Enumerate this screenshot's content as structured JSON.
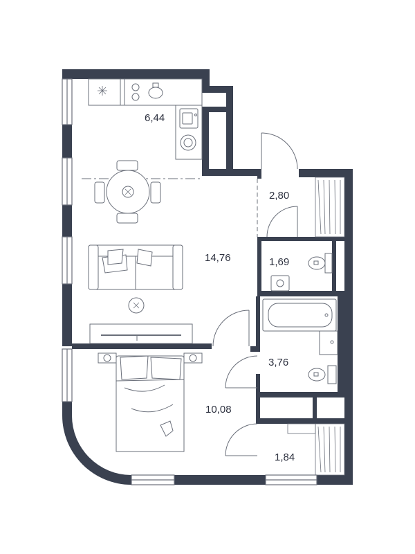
{
  "colors": {
    "wall": "#3a4150",
    "line": "#6a6f7a",
    "fill_light": "#ffffff"
  },
  "rooms": {
    "kitchen": {
      "area": "6,44"
    },
    "living": {
      "area": "14,76"
    },
    "hall": {
      "area": "2,80"
    },
    "wc": {
      "area": "1,69"
    },
    "bathroom": {
      "area": "3,76"
    },
    "bedroom": {
      "area": "10,08"
    },
    "storage": {
      "area": "1,84"
    }
  }
}
